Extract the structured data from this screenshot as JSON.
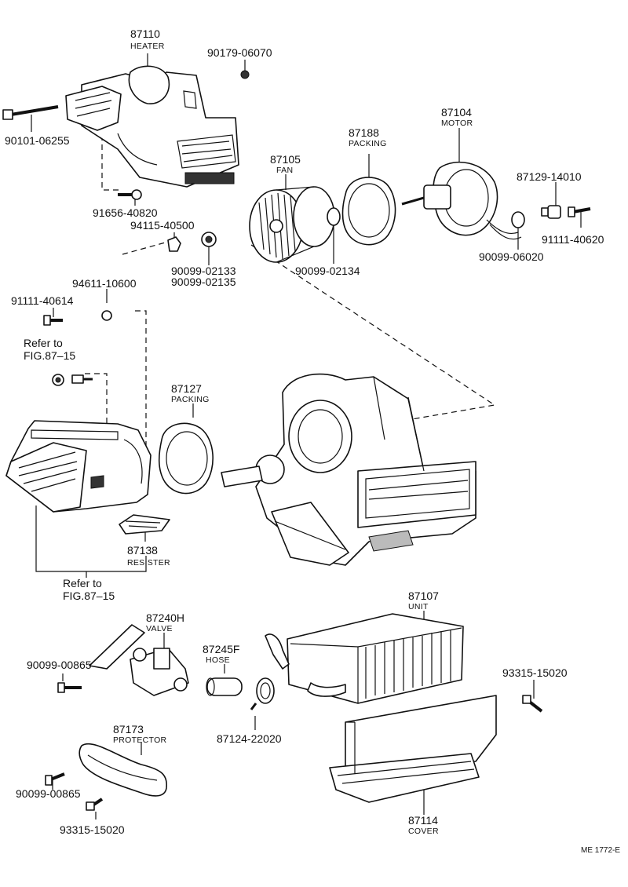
{
  "diagram_code": "ME 1772-E",
  "refer_label": "Refer to",
  "refer_fig": "FIG.87–15",
  "parts": {
    "heater": {
      "number": "87110",
      "name": "HEATER"
    },
    "screw_90179": {
      "number": "90179-06070"
    },
    "bolt_90101": {
      "number": "90101-06255"
    },
    "bolt_91656": {
      "number": "91656-40820"
    },
    "nut_94115": {
      "number": "94115-40500"
    },
    "washer_90099_a": {
      "number": "90099-02133"
    },
    "washer_90099_b": {
      "number": "90099-02135"
    },
    "fan": {
      "number": "87105",
      "name": "FAN"
    },
    "washer_90099_02134": {
      "number": "90099-02134"
    },
    "packing_87188": {
      "number": "87188",
      "name": "PACKING"
    },
    "motor": {
      "number": "87104",
      "name": "MOTOR"
    },
    "clip_87129": {
      "number": "87129-14010"
    },
    "screw_91111_40620": {
      "number": "91111-40620"
    },
    "grommet_90099_06020": {
      "number": "90099-06020"
    },
    "nut_94611": {
      "number": "94611-10600"
    },
    "screw_91111_40614": {
      "number": "91111-40614"
    },
    "packing_87127": {
      "number": "87127",
      "name": "PACKING"
    },
    "resister": {
      "number": "87138",
      "name": "RESISTER"
    },
    "valve": {
      "number": "87240H",
      "name": "VALVE"
    },
    "hose": {
      "number": "87245F",
      "name": "HOSE"
    },
    "clamp_87124": {
      "number": "87124-22020"
    },
    "screw_90099_00865_a": {
      "number": "90099-00865"
    },
    "screw_90099_00865_b": {
      "number": "90099-00865"
    },
    "protector": {
      "number": "87173",
      "name": "PROTECTOR"
    },
    "screw_93315_a": {
      "number": "93315-15020"
    },
    "screw_93315_b": {
      "number": "93315-15020"
    },
    "unit": {
      "number": "87107",
      "name": "UNIT"
    },
    "cover": {
      "number": "87114",
      "name": "COVER"
    }
  }
}
